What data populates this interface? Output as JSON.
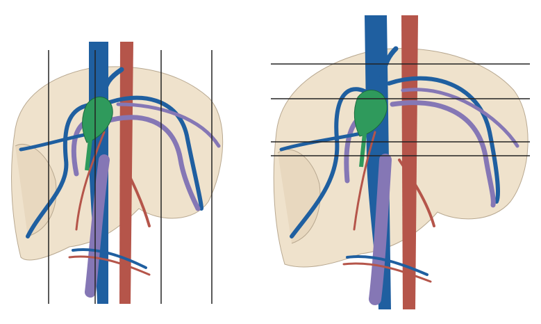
{
  "colors": {
    "liver": "#efe2cc",
    "liver_outline": "#b8a890",
    "vein_blue": "#1f5fa0",
    "vein_purple": "#8577b5",
    "artery_red": "#b5554a",
    "bile_green": "#2f9a5c",
    "section_line": "#222222"
  },
  "panels": [
    {
      "name": "left-liver-illustration",
      "section_lines": "vertical",
      "line_count": 4
    },
    {
      "name": "right-liver-illustration",
      "section_lines": "horizontal",
      "line_count": 4
    }
  ]
}
